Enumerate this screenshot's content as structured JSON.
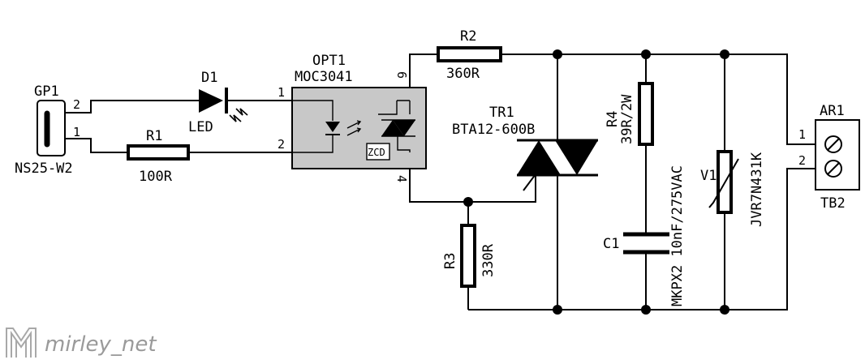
{
  "components": {
    "gp1": {
      "ref": "GP1",
      "value": "NS25-W2",
      "pins": [
        "2",
        "1"
      ]
    },
    "d1": {
      "ref": "D1",
      "value": "LED"
    },
    "r1": {
      "ref": "R1",
      "value": "100R"
    },
    "opt1": {
      "ref": "OPT1",
      "value": "MOC3041",
      "zcd": "ZCD",
      "pins": [
        "1",
        "2",
        "6",
        "4"
      ]
    },
    "r2": {
      "ref": "R2",
      "value": "360R"
    },
    "tr1": {
      "ref": "TR1",
      "value": "BTA12-600B"
    },
    "r3": {
      "ref": "R3",
      "value": "330R"
    },
    "r4": {
      "ref": "R4",
      "value": "39R/2W"
    },
    "c1": {
      "ref": "C1",
      "value": "MKPX2 10nF/275VAC"
    },
    "v1": {
      "ref": "V1",
      "value": "JVR7N431K"
    },
    "ar1": {
      "ref": "AR1",
      "value": "TB2",
      "pins": [
        "1",
        "2"
      ]
    }
  },
  "watermark": {
    "text": "mirley_net"
  }
}
